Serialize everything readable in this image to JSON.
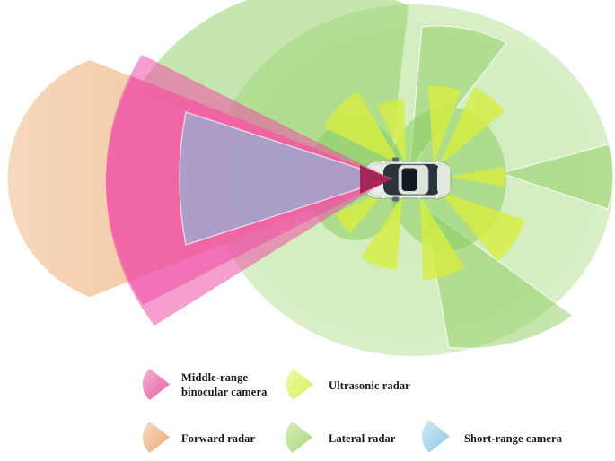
{
  "figure": {
    "description": "Top-view diagram of an autonomous vehicle's sensor coverage zones",
    "background_color": "#ffffff"
  },
  "car": {
    "view": "top-down, facing left",
    "body_color": "#e6ece5",
    "glass_color": "#2a343b"
  },
  "zones": {
    "lateral_radar_field": {
      "color": "#d5edc2"
    },
    "lateral_radar": {
      "label": "Lateral radar",
      "color": "#8ece60"
    },
    "near_field": {
      "color": "#86cc58"
    },
    "ultrasonic_radar": {
      "label": "Ultrasonic radar",
      "color": "#d6ee40"
    },
    "forward_radar": {
      "label": "Forward radar",
      "color": "#f2c9a4"
    },
    "middle_range_binocular_camera": {
      "label": "Middle-range binocular camera",
      "color": "#ee4fa5"
    },
    "short_range_camera": {
      "label": "Short-range camera",
      "color": "#91b4d6"
    },
    "apex_overlap": {
      "color": "#a32051"
    }
  },
  "legend": {
    "items": [
      {
        "id": "middle-range-binocular-camera",
        "label": "Middle-range binocular camera",
        "line1": "Middle-range",
        "line2": "binocular camera",
        "color": "#ec6fae"
      },
      {
        "id": "ultrasonic-radar",
        "label": "Ultrasonic radar",
        "line1": "Ultrasonic radar",
        "color": "#dcf06a"
      },
      {
        "id": "forward-radar",
        "label": "Forward radar",
        "line1": "Forward radar",
        "color": "#f0b98c"
      },
      {
        "id": "lateral-radar",
        "label": "Lateral radar",
        "line1": "Lateral radar",
        "color": "#aedd8e"
      },
      {
        "id": "short-range-camera",
        "label": "Short-range camera",
        "line1": "Short-range camera",
        "color": "#a6d4ea"
      }
    ]
  }
}
